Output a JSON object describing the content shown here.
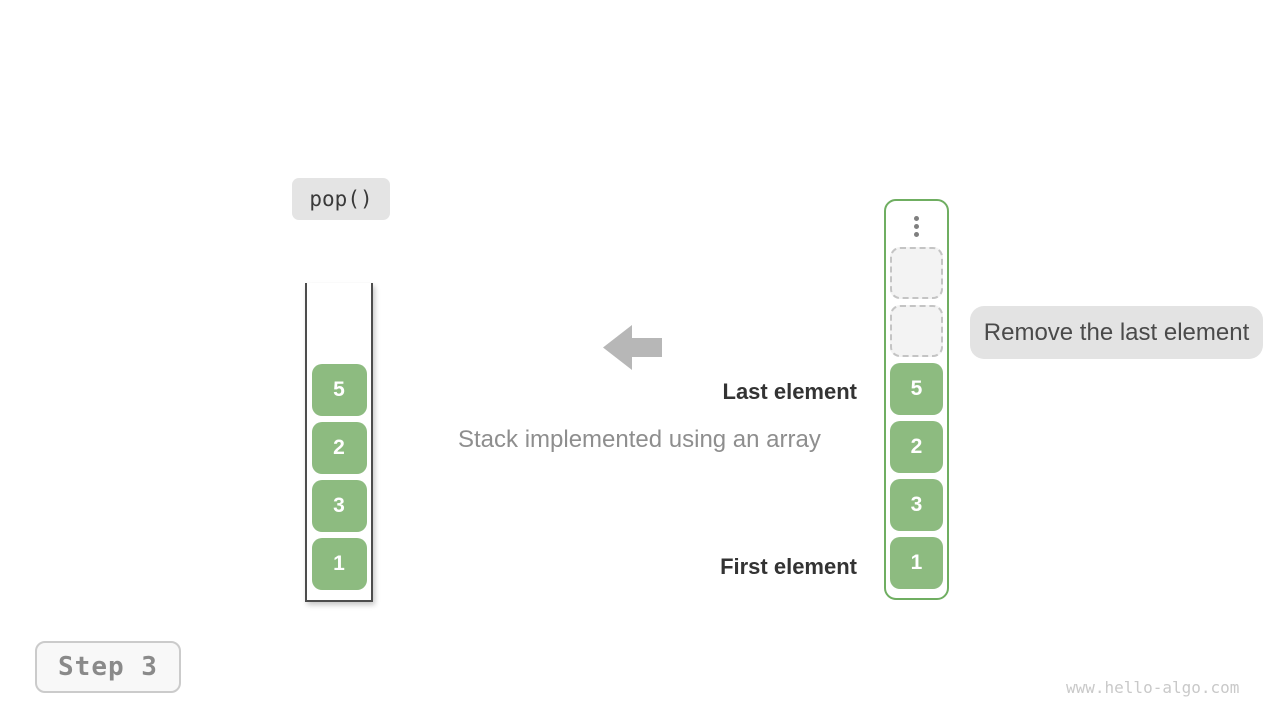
{
  "operation": {
    "label": "pop()"
  },
  "caption": "Stack implemented using an array",
  "annotations": {
    "last_element": "Last element",
    "first_element": "First element",
    "remove_tooltip": "Remove the last element"
  },
  "step": {
    "label": "Step 3"
  },
  "watermark": "www.hello-algo.com",
  "stacks": {
    "array_stack": {
      "values_top_to_bottom": [
        "5",
        "2",
        "3",
        "1"
      ]
    },
    "buffer_stack": {
      "has_ellipsis": true,
      "empty_slots": 2,
      "values_top_to_bottom": [
        "5",
        "2",
        "3",
        "1"
      ]
    }
  },
  "colors": {
    "element_green": "#8dbb80",
    "container_border_green": "#6fae61",
    "container_wall_gray": "#4d4d4d",
    "arrow_gray": "#b7b7b7",
    "badge_gray": "#e4e4e4",
    "tooltip_gray": "#e3e3e3",
    "text_dark": "#333333",
    "text_gray": "#8e8e8e",
    "watermark_gray": "#c9c9c9"
  }
}
